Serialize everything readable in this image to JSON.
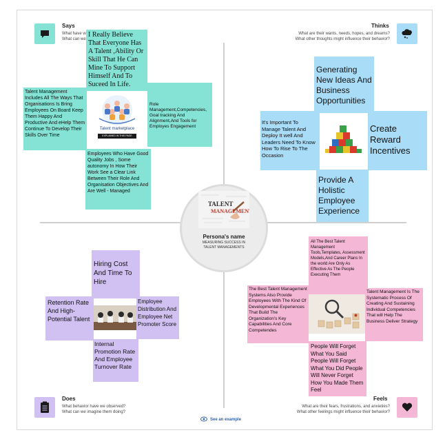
{
  "quadrants": {
    "says": {
      "title": "Says",
      "line1": "What have we heard them saying?",
      "line2": "What can we imagine them saying?"
    },
    "thinks": {
      "title": "Thinks",
      "line1": "What are their wants, needs, hopes, and dreams?",
      "line2": "What other thoughts might influence their behavior?"
    },
    "does": {
      "title": "Does",
      "line1": "What behavior have we observed?",
      "line2": "What can we imagine them doing?"
    },
    "feels": {
      "title": "Feels",
      "line1": "What are their fears, frustrations, and anxieties?",
      "line2": "What other feelings might influence their behavior?"
    }
  },
  "persona": {
    "name": "Persona's name",
    "subtitle": "MEASURING SUCCESS IN TALENT MANAGEMENTS",
    "image_title_1": "TALENT",
    "image_title_2": "MANAGEMENT"
  },
  "says_notes": {
    "top": "I Really Believe That Everyone Has A Talent ,Ability Or Skill That He Can Mine To Support Himself And To Suceed In Life.",
    "left": "Talent Management Includes All The Ways That Organisations Is Bring Employees On Board Keep Them Happy And Productive And eHelp Them Continue To Develop Their Skills Over Time",
    "right": "Role Management,Competencies, Goal tracking And Alignment,And Tools for Employes Engagement",
    "bottom": "Employees Who Have Good Quality Jobs , Some autonomy In How Their Work See a Clear Link Between Their Role And Organisation Objectives And Are Well - Managed",
    "image_caption": "Talent marketplace",
    "image_tag": "EXPLAINED IN THIS PAGE"
  },
  "thinks_notes": {
    "top": "Generating New Ideas And Business Opportunities",
    "left": "It's Important To Manage Talent And Deploy It well And Leaders Need To Know How To Rise To The Occasion",
    "right": "Create Reward Incentives",
    "bottom": "Provide A Holistic Employee Experience"
  },
  "does_notes": {
    "top": "Hiring Cost And Time To Hire",
    "left": "Retention Rate And High-Potential Talent",
    "right": "Employee Distribution And Employee Net Promoter Score",
    "bottom": "Internal Promotion Rate And Employee Turnover Rate"
  },
  "feels_notes": {
    "top": "All The Best Talent Management Tools,Templates, Assessment Models,And Career Plans In the world Are Only As Effective As The People Executing Them",
    "left": "The Best Talent Management Systems Also Provide Employees With The Kind Of Developmental Experiences That Build The Organization's Key Capabilities And Core Competendes",
    "right": "Talent Management Is The Systematic Process Of Creating And Sustaining Individual Competencies That will Help The Business Deliver Strategy",
    "bottom": "People Will Forget What You Said People Will Forget What You Did People Will Never Forget How You Made Them Feel"
  },
  "example_link": "See an example",
  "colors": {
    "teal": "#84e3d4",
    "blue": "#a9dcf7",
    "purple": "#d1c1f3",
    "pink": "#f4b7d6"
  },
  "icons": {
    "says": "speech-bubble-icon",
    "thinks": "thought-cloud-icon",
    "does": "clipboard-icon",
    "feels": "heart-icon",
    "example": "eye-icon"
  }
}
